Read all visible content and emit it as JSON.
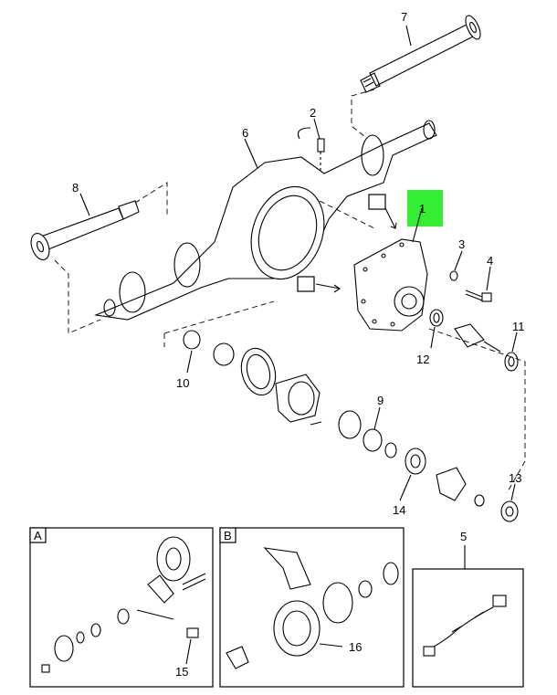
{
  "callouts": {
    "c1": "1",
    "c2": "2",
    "c3": "3",
    "c4": "4",
    "c5": "5",
    "c6": "6",
    "c7": "7",
    "c8": "8",
    "c9": "9",
    "c10": "10",
    "c11": "11",
    "c12": "12",
    "c13": "13",
    "c14": "14",
    "c15": "15",
    "c16": "16"
  },
  "view_labels": {
    "a": "A",
    "b": "B"
  },
  "highlight_color": "#33ee33"
}
